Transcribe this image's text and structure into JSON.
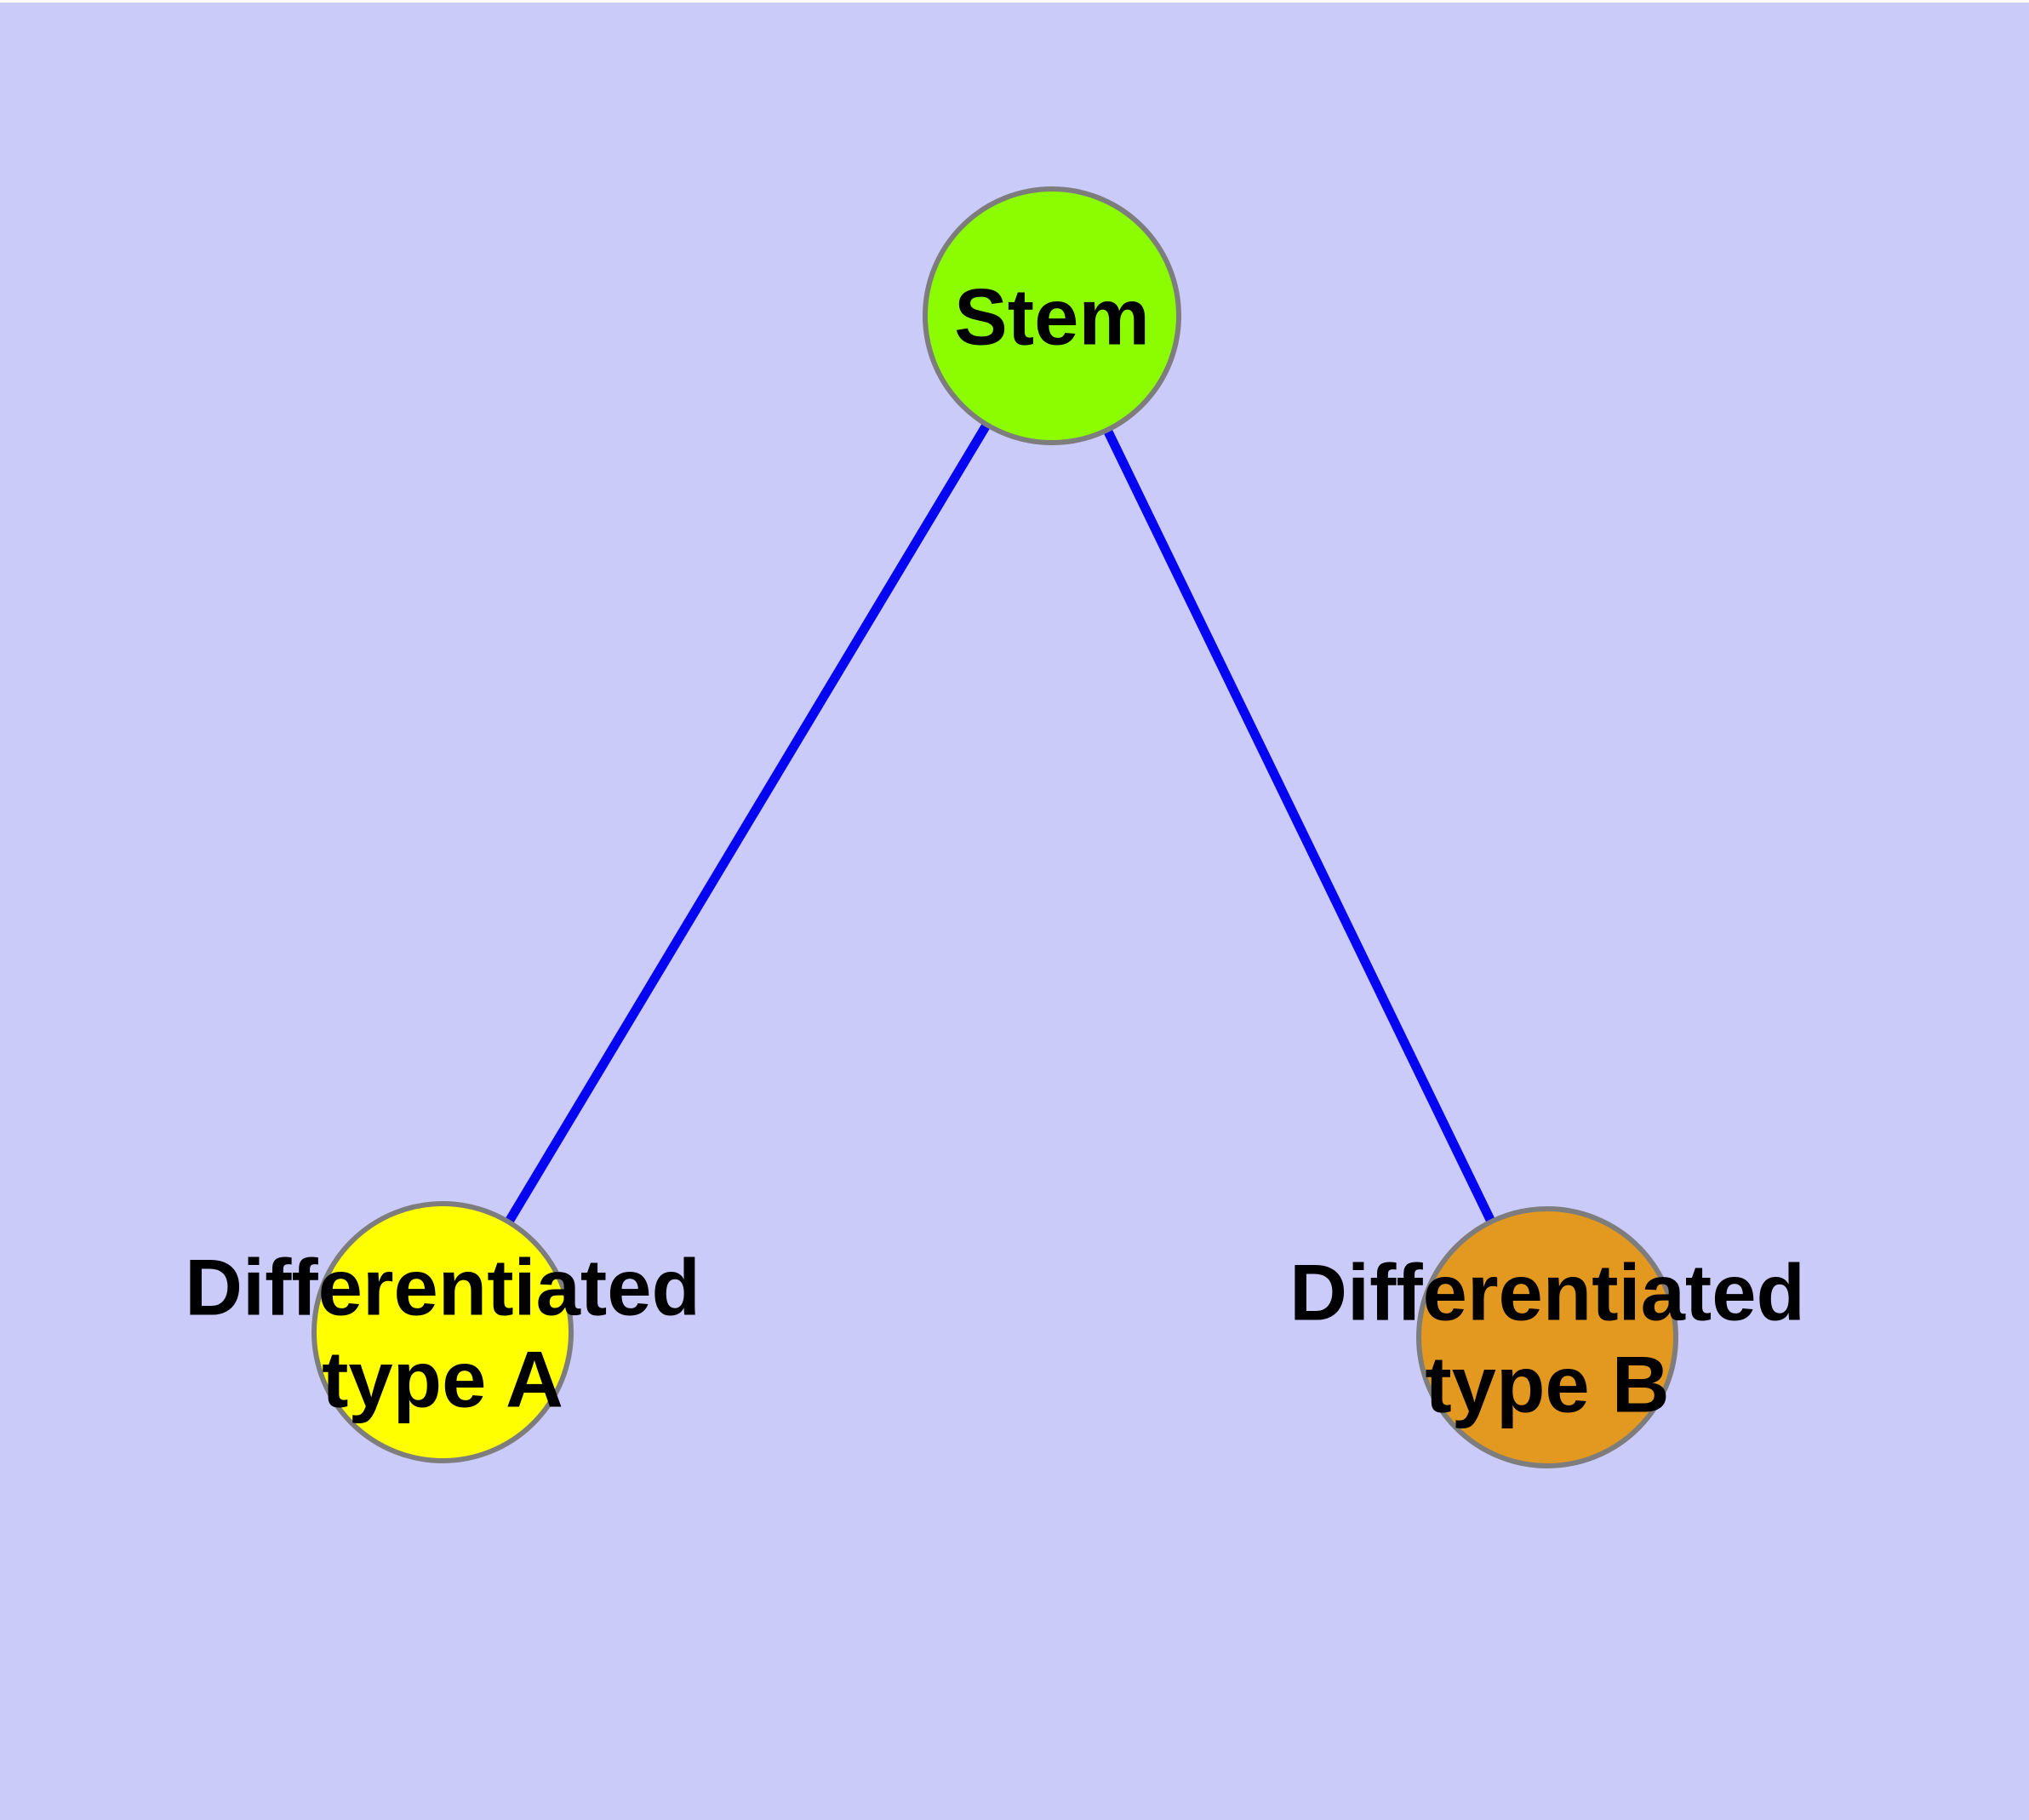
{
  "canvas": {
    "background_color": "#cbcbfa",
    "top_strip_color": "#ffffff"
  },
  "graph": {
    "edge_color": "#0505f2",
    "node_border_color": "#7d7d7d",
    "label_color": "#000000",
    "nodes": [
      {
        "id": "stem",
        "label": "Stem",
        "fill": "#8cfc00"
      },
      {
        "id": "type_a",
        "label": "Differentiated type A",
        "label_line1": "Differentiated",
        "label_line2": "type A",
        "fill": "#ffff00"
      },
      {
        "id": "type_b",
        "label": "Differentiated type B",
        "label_line1": "Differentiated",
        "label_line2": "type B",
        "fill": "#e3981f"
      }
    ],
    "edges": [
      {
        "from": "stem",
        "to": "type_a"
      },
      {
        "from": "stem",
        "to": "type_b"
      }
    ]
  }
}
